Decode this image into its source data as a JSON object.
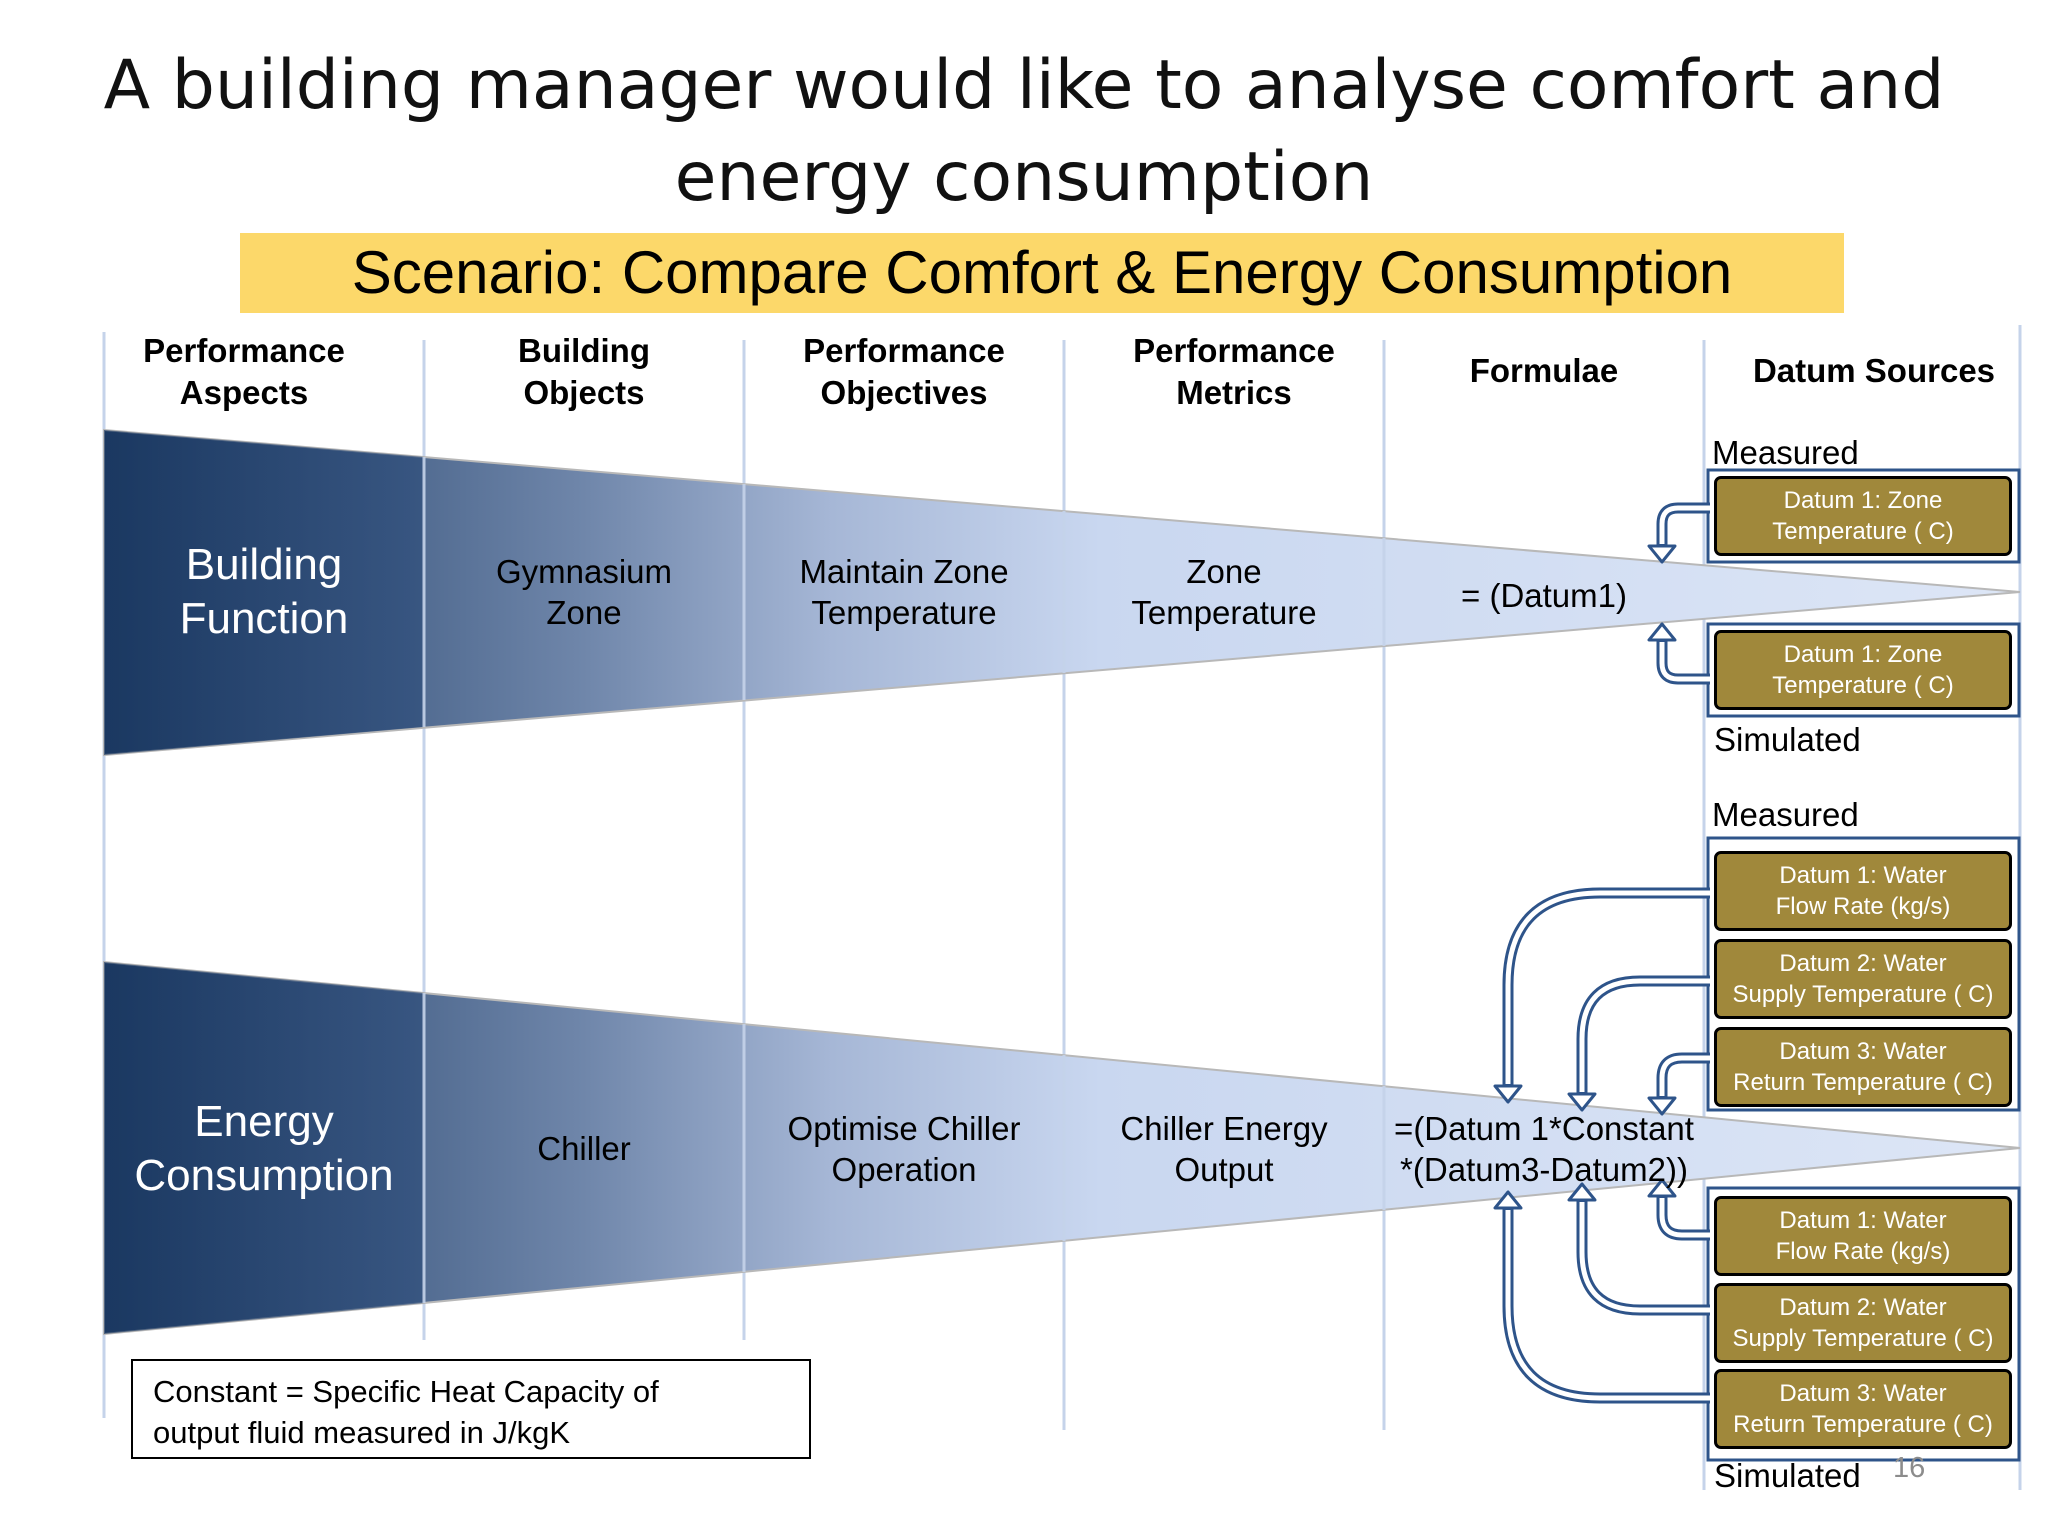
{
  "title": {
    "line1": "A building manager would like to analyse comfort and",
    "line2": "energy consumption"
  },
  "scenario": "Scenario: Compare Comfort & Energy Consumption",
  "columns": {
    "aspects": [
      "Performance",
      "Aspects"
    ],
    "objects": [
      "Building",
      "Objects"
    ],
    "objectives": [
      "Performance",
      "Objectives"
    ],
    "metrics": [
      "Performance",
      "Metrics"
    ],
    "formulae": "Formulae",
    "sources": "Datum Sources"
  },
  "rows": {
    "comfort": {
      "aspect": [
        "Building",
        "Function"
      ],
      "object": [
        "Gymnasium",
        "Zone"
      ],
      "objective": [
        "Maintain Zone",
        "Temperature"
      ],
      "metric": [
        "Zone",
        "Temperature"
      ],
      "formula": "= (Datum1)",
      "measured_label": "Measured",
      "simulated_label": "Simulated",
      "measured": [
        [
          "Datum 1: Zone",
          "Temperature ( C)"
        ]
      ],
      "simulated": [
        [
          "Datum 1: Zone",
          "Temperature ( C)"
        ]
      ]
    },
    "energy": {
      "aspect": [
        "Energy",
        "Consumption"
      ],
      "object": [
        "Chiller"
      ],
      "objective": [
        "Optimise Chiller",
        "Operation"
      ],
      "metric": [
        "Chiller Energy",
        "Output"
      ],
      "formula": [
        "=(Datum 1*Constant",
        "*(Datum3-Datum2))"
      ],
      "measured_label": "Measured",
      "simulated_label": "Simulated",
      "measured": [
        [
          "Datum 1: Water",
          "Flow Rate (kg/s)"
        ],
        [
          "Datum 2: Water",
          "Supply Temperature ( C)"
        ],
        [
          "Datum 3: Water",
          "Return Temperature ( C)"
        ]
      ],
      "simulated": [
        [
          "Datum 1: Water",
          "Flow Rate (kg/s)"
        ],
        [
          "Datum 2: Water",
          "Supply Temperature ( C)"
        ],
        [
          "Datum 3: Water",
          "Return Temperature ( C)"
        ]
      ]
    }
  },
  "constant_note": [
    "Constant = Specific Heat Capacity of",
    "output fluid measured in J/kgK"
  ],
  "page_number": "16",
  "colors": {
    "banner": "#fcd86a",
    "wedge_dark": "#1b3a63",
    "wedge_light": "#c9d7f0",
    "datum_box": "#a0883b",
    "arrow": "#2e548a"
  }
}
